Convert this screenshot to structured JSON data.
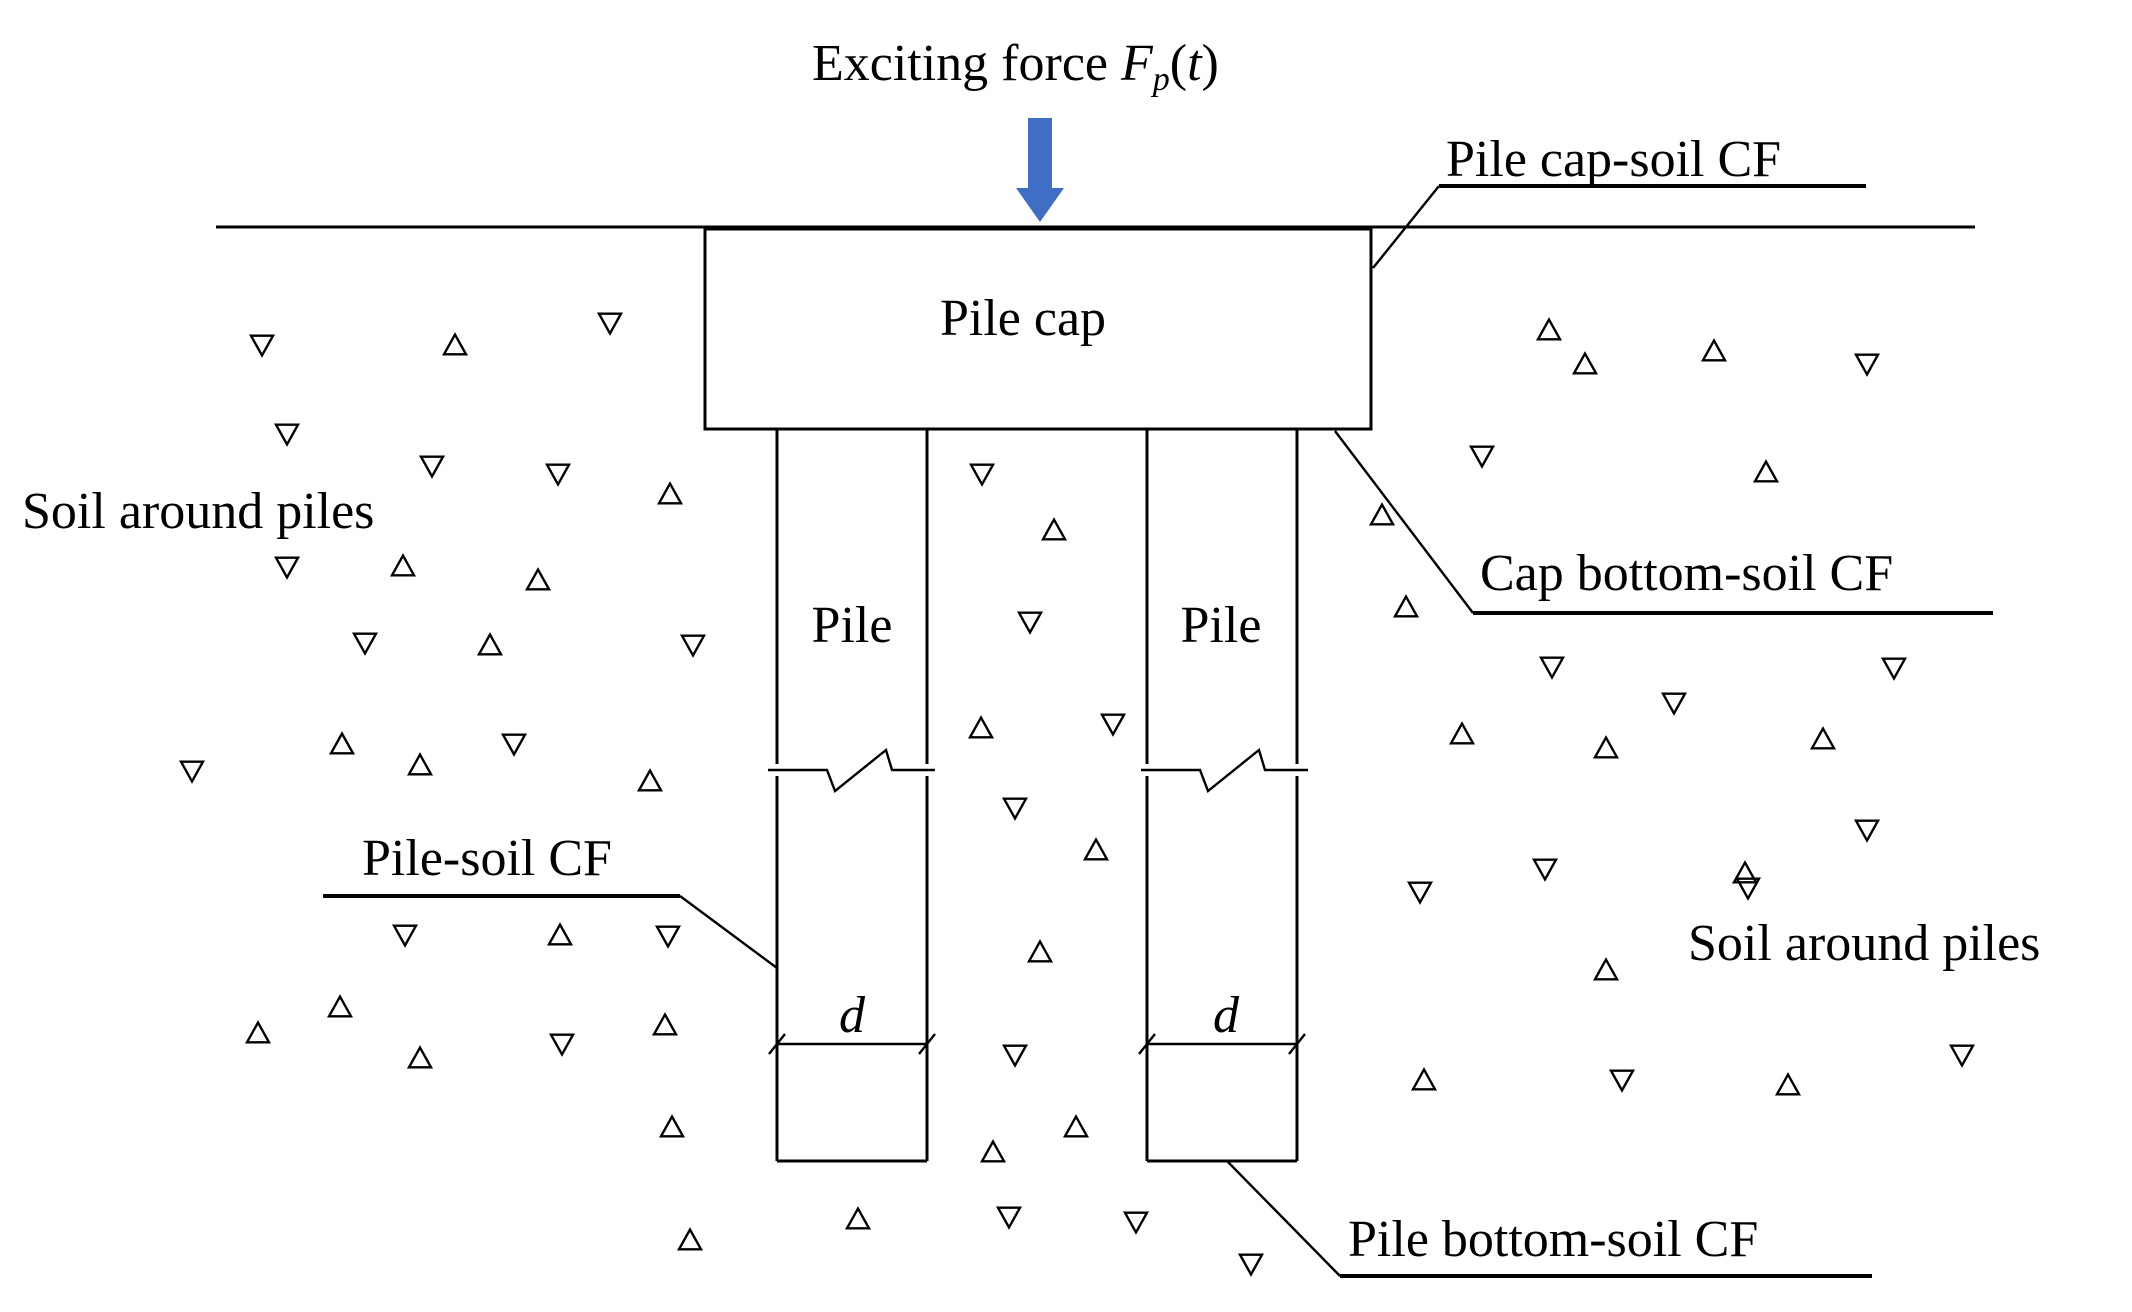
{
  "labels": {
    "title_prefix": "Exciting force ",
    "force_symbol": "F",
    "force_subscript": "p",
    "force_arg_open": "(",
    "force_arg": "t",
    "force_arg_close": ")",
    "pile_cap": "Pile cap",
    "pile_left": "Pile",
    "pile_right": "Pile",
    "soil_left": "Soil around piles",
    "soil_right": "Soil around piles",
    "pile_cap_soil_cf": "Pile cap-soil CF",
    "cap_bottom_soil_cf": "Cap bottom-soil CF",
    "pile_soil_cf": "Pile-soil CF",
    "pile_bottom_soil_cf": "Pile bottom-soil CF",
    "diameter_left": "d",
    "diameter_right": "d"
  },
  "colors": {
    "arrow": "#3f6fc4",
    "line": "#000000"
  }
}
